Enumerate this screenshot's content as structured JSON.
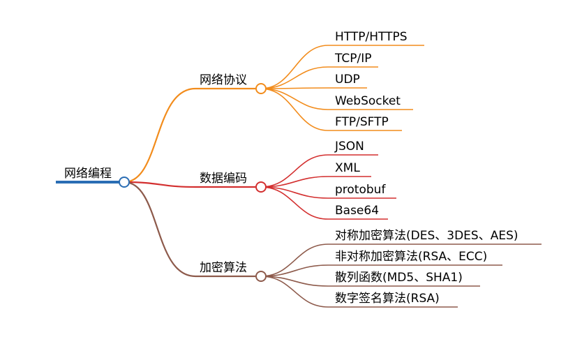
{
  "root": {
    "label": "网络编程",
    "color": "#2a6db4"
  },
  "branches": [
    {
      "label": "网络协议",
      "color": "#f28c1c",
      "children": [
        "HTTP/HTTPS",
        "TCP/IP",
        "UDP",
        "WebSocket",
        "FTP/SFTP"
      ]
    },
    {
      "label": "数据编码",
      "color": "#d32f2f",
      "children": [
        "JSON",
        "XML",
        "protobuf",
        "Base64"
      ]
    },
    {
      "label": "加密算法",
      "color": "#8d5a4b",
      "children": [
        "对称加密算法(DES、3DES、AES)",
        "非对称加密算法(RSA、ECC)",
        "散列函数(MD5、SHA1)",
        "数字签名算法(RSA)"
      ]
    }
  ]
}
